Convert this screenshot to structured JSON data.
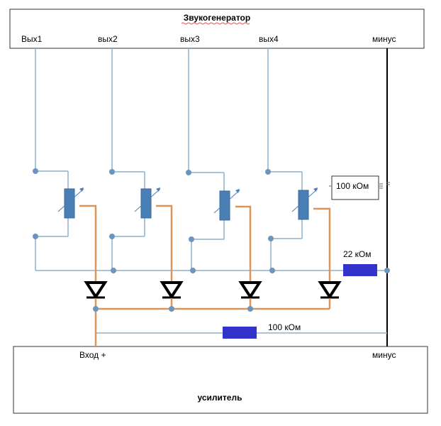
{
  "generator": {
    "title": "Звукогенератор",
    "outputs": [
      "Вых1",
      "вых2",
      "вых3",
      "вых4"
    ],
    "minus": "минус"
  },
  "amplifier": {
    "title": "усилитель",
    "input": "Вход +",
    "minus": "минус"
  },
  "resistors": {
    "r_100k_box": "100 кОм",
    "r_22k": "22 кОм",
    "r_100k_bottom": "100 кОм"
  },
  "colors": {
    "wire_blue": "#8fb0cc",
    "wire_orange": "#d9955a",
    "node": "#6b94bf",
    "resistor_fill": "#3333cc",
    "potentiometer": "#4a7fb5"
  }
}
